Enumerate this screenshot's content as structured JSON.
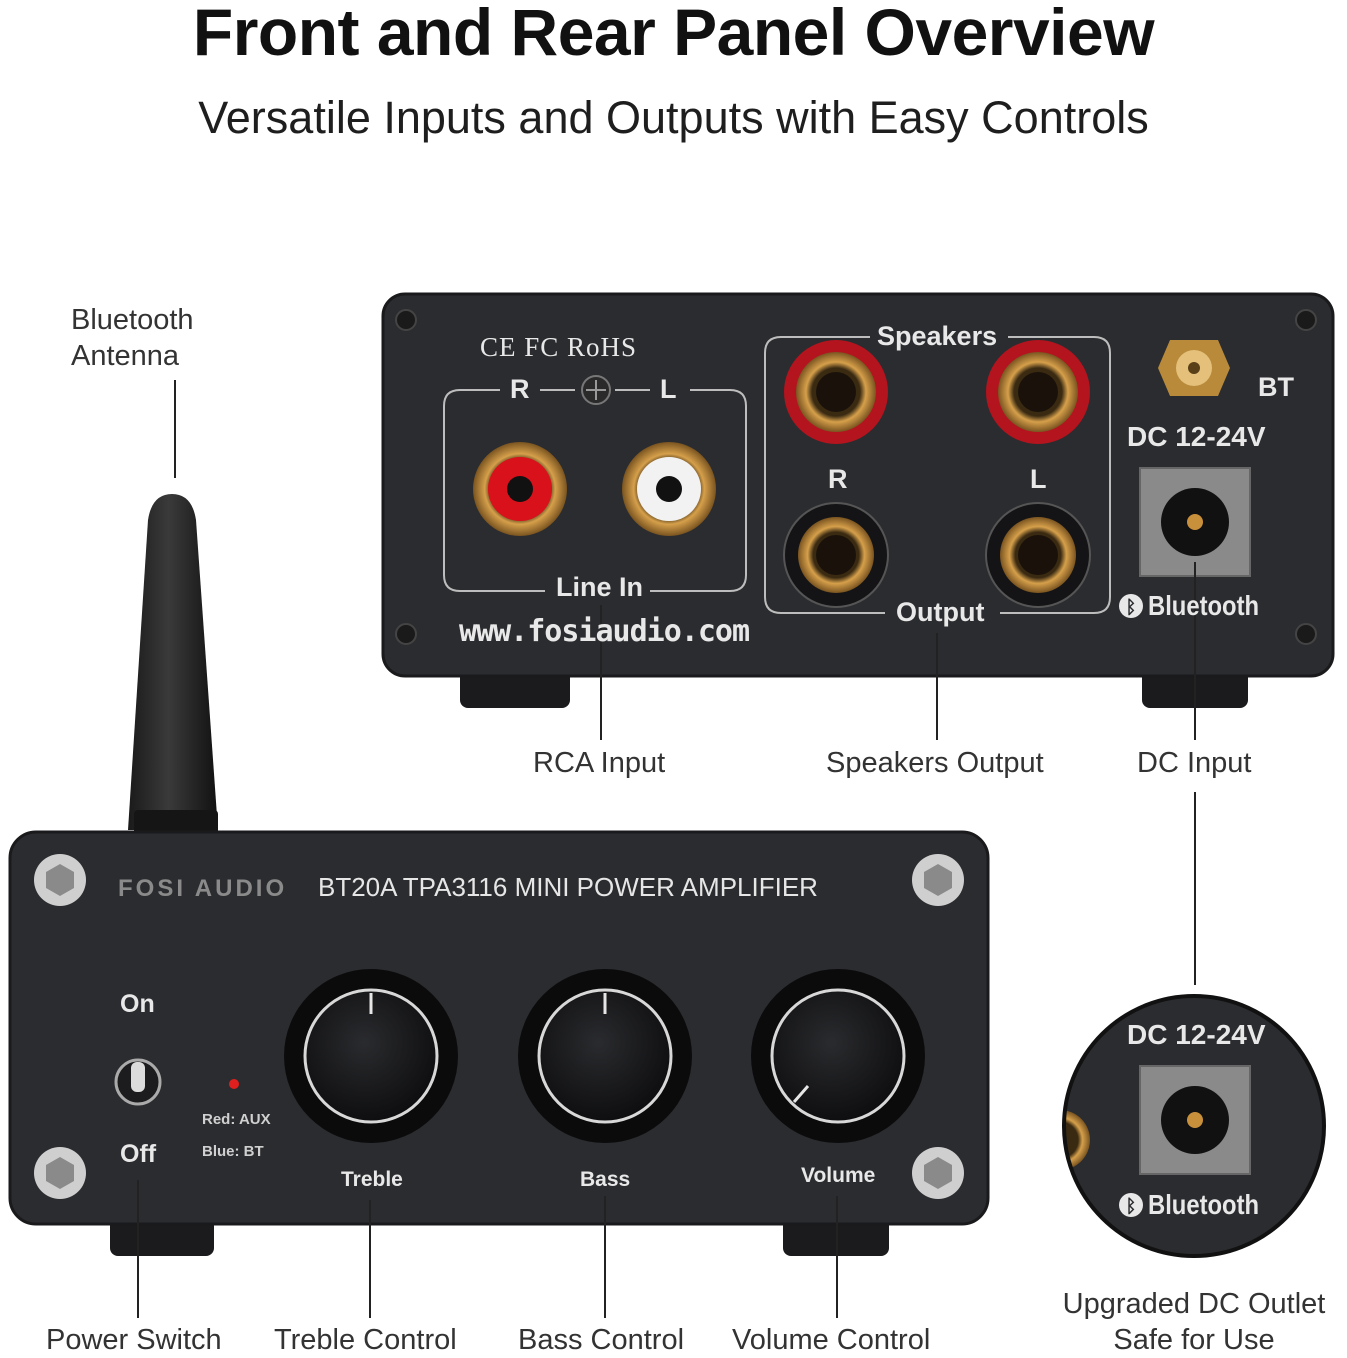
{
  "header": {
    "title": "Front and Rear Panel Overview",
    "subtitle": "Versatile Inputs and Outputs with Easy Controls"
  },
  "callouts": {
    "bt_antenna_line1": "Bluetooth",
    "bt_antenna_line2": "Antenna",
    "rca_input": "RCA Input",
    "speakers_output": "Speakers Output",
    "dc_input": "DC Input",
    "power_switch": "Power Switch",
    "treble_control": "Treble Control",
    "bass_control": "Bass Control",
    "volume_control": "Volume Control",
    "upgraded_line1": "Upgraded DC Outlet",
    "upgraded_line2": "Safe for Use"
  },
  "rear_panel": {
    "cert_marks": "CE FC RoHS",
    "line_in_r": "R",
    "line_in_l": "L",
    "line_in_label": "Line In",
    "website": "www.fosiaudio.com",
    "speakers_label": "Speakers",
    "speaker_r": "R",
    "speaker_l": "L",
    "output_label": "Output",
    "bt_label": "BT",
    "dc_label": "DC 12-24V",
    "bluetooth_label": "Bluetooth"
  },
  "front_panel": {
    "brand": "FOSI AUDIO",
    "model": "BT20A TPA3116 MINI POWER AMPLIFIER",
    "on_label": "On",
    "off_label": "Off",
    "led_red": "Red: AUX",
    "led_blue": "Blue: BT",
    "treble_label": "Treble",
    "bass_label": "Bass",
    "volume_label": "Volume"
  },
  "zoom": {
    "dc_label": "DC 12-24V",
    "bluetooth_label": "Bluetooth"
  },
  "colors": {
    "panel": "#2b2c2f",
    "rca_red": "#d8111b",
    "gold": "#c9903c"
  }
}
